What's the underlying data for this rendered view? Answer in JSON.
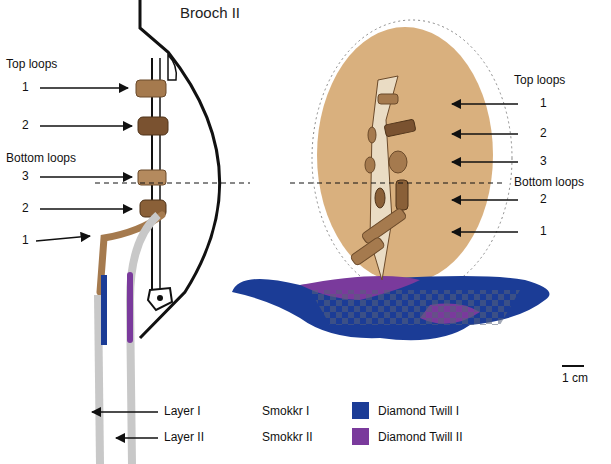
{
  "diagram": {
    "title": "Brooch II",
    "labels": [
      "Top loops",
      "1",
      "2",
      "Bottom loops",
      "3",
      "2",
      "1",
      "Top loops",
      "1",
      "2",
      "3",
      "Bottom loops",
      "2",
      "1",
      "1 cm",
      "Layer I",
      "Smokkr I",
      "Layer II",
      "Smokkr II"
    ],
    "legend": [
      {
        "text": "Diamond Twill I",
        "color": "#1b3c96"
      },
      {
        "text": "Diamond Twill II",
        "color": "#7a3a9c"
      }
    ]
  }
}
